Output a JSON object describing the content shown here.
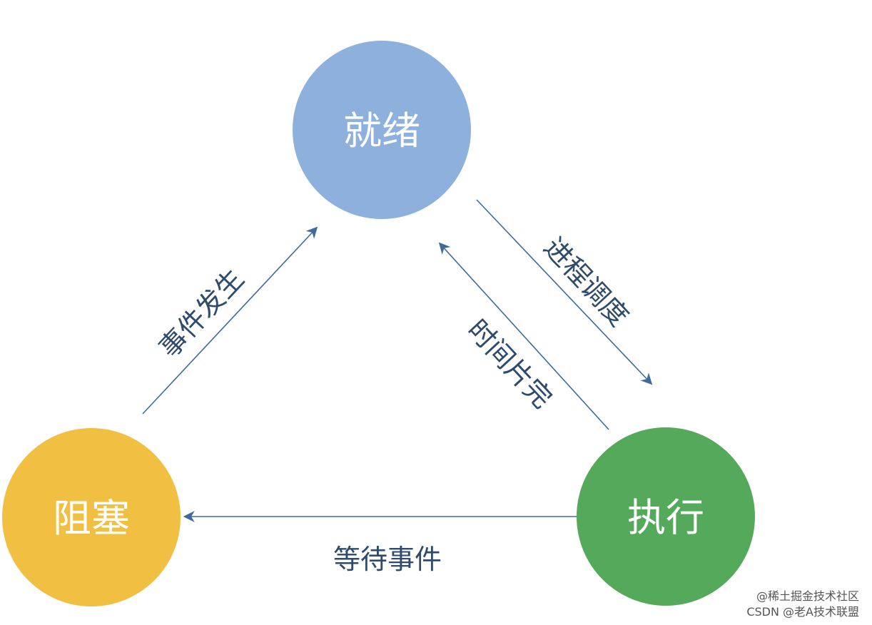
{
  "nodes": {
    "ready": {
      "label": "就绪",
      "color": "#8db1dc"
    },
    "running": {
      "label": "执行",
      "color": "#55a95a"
    },
    "blocked": {
      "label": "阻塞",
      "color": "#f1c043"
    }
  },
  "edges": {
    "schedule": {
      "label": "进程调度"
    },
    "timeslice": {
      "label": "时间片完"
    },
    "wait_event": {
      "label": "等待事件"
    },
    "event_occurs": {
      "label": "事件发生"
    }
  },
  "arrow_color": "#3e6b9a",
  "watermark": {
    "line1": "@稀土掘金技术社区",
    "line2": "CSDN @老A技术联盟"
  }
}
